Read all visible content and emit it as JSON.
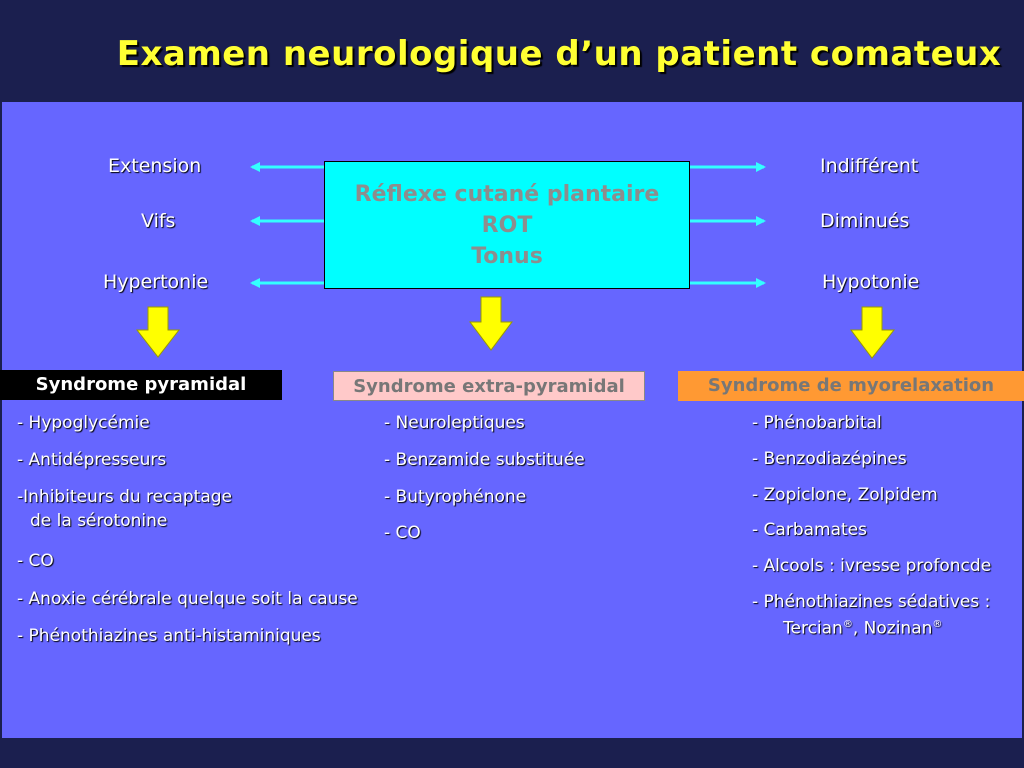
{
  "title": "Examen neurologique d’un patient comateux",
  "center_box": {
    "line1": "Réflexe cutané plantaire",
    "line2": "ROT",
    "line3": "Tonus"
  },
  "left_labels": [
    "Extension",
    "Vifs",
    "Hypertonie"
  ],
  "right_labels": [
    "Indifférent",
    "Diminués",
    "Hypotonie"
  ],
  "syndromes": {
    "pyramidal": "Syndrome pyramidal",
    "extra": "Syndrome extra-pyramidal",
    "myo": "Syndrome de myorelaxation"
  },
  "list_pyramidal": [
    "- Hypoglycémie",
    "- Antidépresseurs",
    "-Inhibiteurs du recaptage",
    "de la sérotonine",
    "- CO",
    "- Anoxie cérébrale quelque soit la cause",
    "- Phénothiazines anti-histaminiques"
  ],
  "list_extra": [
    "- Neuroleptiques",
    "- Benzamide substituée",
    "- Butyrophénone",
    "- CO"
  ],
  "list_myo": [
    "- Phénobarbital",
    "- Benzodiazépines",
    "- Zopiclone, Zolpidem",
    "- Carbamates",
    "- Alcools : ivresse profoncde",
    "- Phénothiazines sédatives :"
  ],
  "myo_last": {
    "tercian": "Tercian",
    "reg": "®",
    "sep": ", ",
    "nozinan": "Nozinan"
  },
  "colors": {
    "title": "#ffff33",
    "panel": "#6666ff",
    "header": "#1b1f4f",
    "center_box": "#00ffff",
    "arrow": "#33ffff",
    "down_arrow": "#ffff00"
  }
}
